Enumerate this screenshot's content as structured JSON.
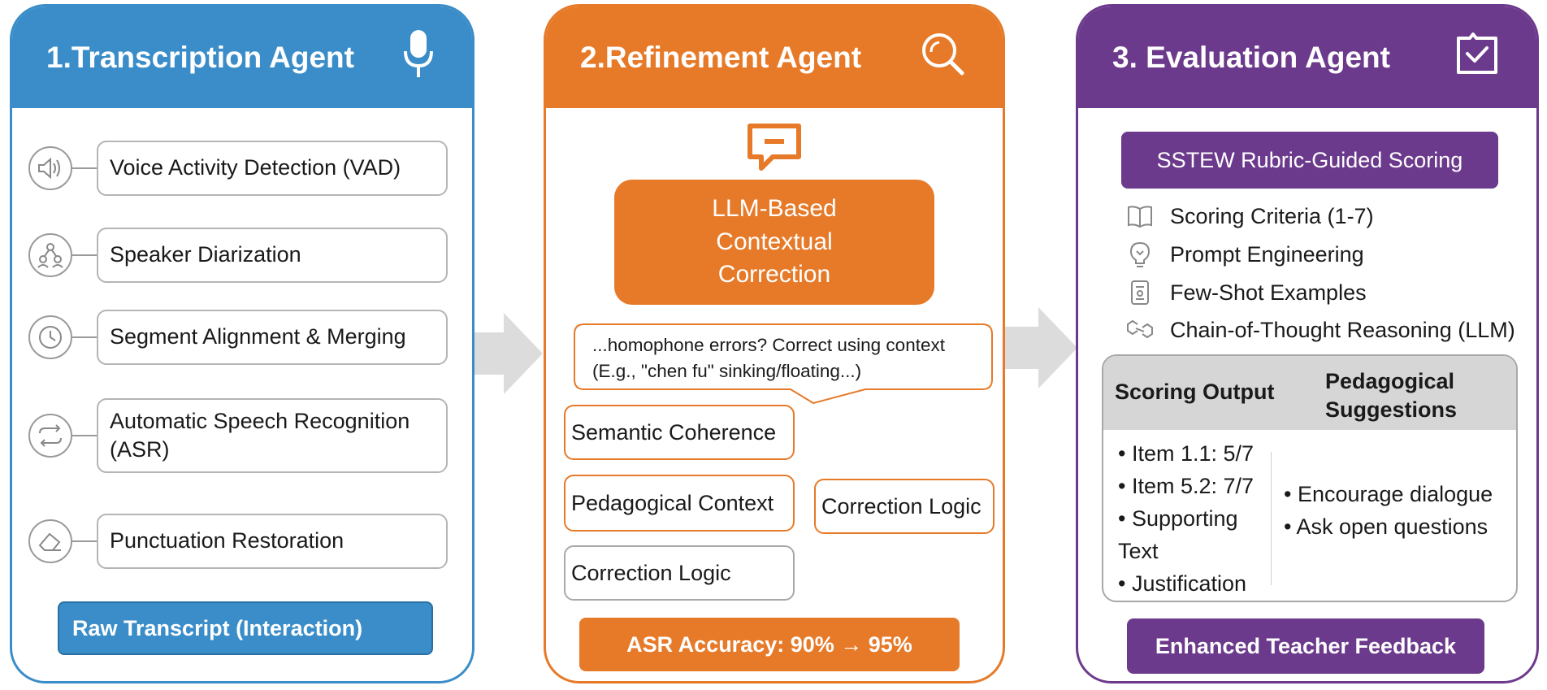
{
  "colors": {
    "blue": "#3a8dc8",
    "orange": "#e67a28",
    "purple": "#6c3a8c",
    "arrow_grey": "#dcdcdc"
  },
  "transcription": {
    "title": "1.Transcription Agent",
    "header_icon": "microphone-icon",
    "steps": [
      {
        "label": "Voice Activity Detection (VAD)",
        "icon": "speaker-icon"
      },
      {
        "label": "Speaker Diarization",
        "icon": "people-network-icon"
      },
      {
        "label": "Segment Alignment & Merging",
        "icon": "clock-icon"
      },
      {
        "label": "Automatic Speech Recognition (ASR)",
        "icon": "cycle-arrows-icon"
      },
      {
        "label": "Punctuation Restoration",
        "icon": "eraser-icon"
      }
    ],
    "output": "Raw Transcript (Interaction)"
  },
  "refinement": {
    "title": "2.Refinement Agent",
    "header_icon": "magnifier-icon",
    "chat_icon": "chat-bubble-icon",
    "llm_box": "LLM-Based Contextual Correction",
    "bubble_line1": "...homophone errors? Correct using context",
    "bubble_line2": "(E.g., \"chen fu\" sinking/floating...)",
    "tags": [
      "Semantic Coherence",
      "Pedagogical Context",
      "Correction Logic",
      "Correction Logic"
    ],
    "accuracy": "ASR Accuracy: 90% → 95%"
  },
  "evaluation": {
    "title": "3. Evaluation Agent",
    "header_icon": "checklist-icon",
    "rubric": "SSTEW Rubric-Guided Scoring",
    "criteria": [
      {
        "label": "Scoring Criteria (1-7)",
        "icon": "book-icon"
      },
      {
        "label": "Prompt Engineering",
        "icon": "lightbulb-icon"
      },
      {
        "label": "Few-Shot Examples",
        "icon": "document-icon"
      },
      {
        "label": "Chain-of-Thought Reasoning (LLM)",
        "icon": "chain-link-icon"
      }
    ],
    "output_header_left": "Scoring Output",
    "output_header_right_1": "Pedagogical",
    "output_header_right_2": "Suggestions",
    "scores": [
      "• Item 1.1: 5/7",
      "• Item 5.2: 7/7",
      "• Supporting",
      "Text",
      "• Justification"
    ],
    "suggestions": [
      "• Encourage dialogue",
      "• Ask open questions"
    ],
    "feedback": "Enhanced Teacher Feedback"
  }
}
